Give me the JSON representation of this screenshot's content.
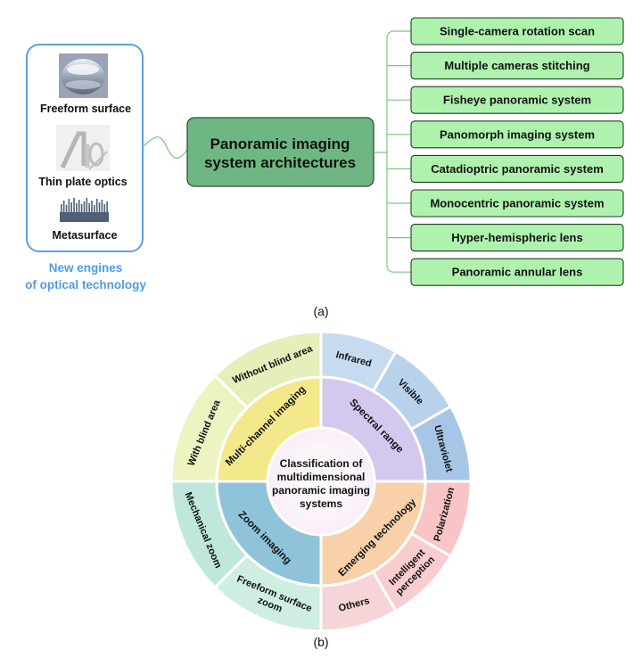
{
  "panel_a": {
    "center_title": [
      "Panoramic imaging",
      "system architectures"
    ],
    "left_items": [
      {
        "label": "Freeform surface",
        "icon": "freeform-surface-icon"
      },
      {
        "label": "Thin plate optics",
        "icon": "thin-plate-optics-icon"
      },
      {
        "label": "Metasurface",
        "icon": "metasurface-icon"
      }
    ],
    "left_caption": [
      "New engines",
      "of optical technology"
    ],
    "right_items": [
      "Single-camera rotation scan",
      "Multiple cameras stitching",
      "Fisheye panoramic system",
      "Panomorph imaging system",
      "Catadioptric panoramic system",
      "Monocentric panoramic system",
      "Hyper-hemispheric lens",
      "Panoramic annular lens"
    ],
    "label": "(a)"
  },
  "panel_b": {
    "center": [
      "Classification of",
      "multidimensional",
      "panoramic imaging",
      "systems"
    ],
    "inner": [
      {
        "label": "Multi-channel imaging",
        "color": "#f3e98b"
      },
      {
        "label": "Spectral range",
        "color": "#d4c8ef"
      },
      {
        "label": "Emerging technology",
        "color": "#f8d1ab"
      },
      {
        "label": "Zoom imaging",
        "color": "#8fc3da"
      }
    ],
    "outer": [
      {
        "label": "With blind area",
        "color": "#eef3c2"
      },
      {
        "label": "Without blind area",
        "color": "#e4efb9"
      },
      {
        "label": "Infrared",
        "color": "#c6dbef"
      },
      {
        "label": "Visible",
        "color": "#b9d2ec"
      },
      {
        "label": "Ultraviolet",
        "color": "#a7c6e6"
      },
      {
        "label": "Polarization",
        "color": "#f8c4c6"
      },
      {
        "label": [
          "Intelligent",
          "perception"
        ],
        "color": "#f7cdd0"
      },
      {
        "label": "Others",
        "color": "#f6d5d8"
      },
      {
        "label": [
          "Freeform surface",
          "zoom"
        ],
        "color": "#cfeee2"
      },
      {
        "label": "Mechanical zoom",
        "color": "#bfe7dc"
      }
    ],
    "label": "(b)"
  },
  "colors": {
    "center_box": "#6fb782",
    "leaf_box": "#aef2ae",
    "frame": "#5aa1e3",
    "caption": "#4f9be6",
    "connector": "#79c97d"
  }
}
